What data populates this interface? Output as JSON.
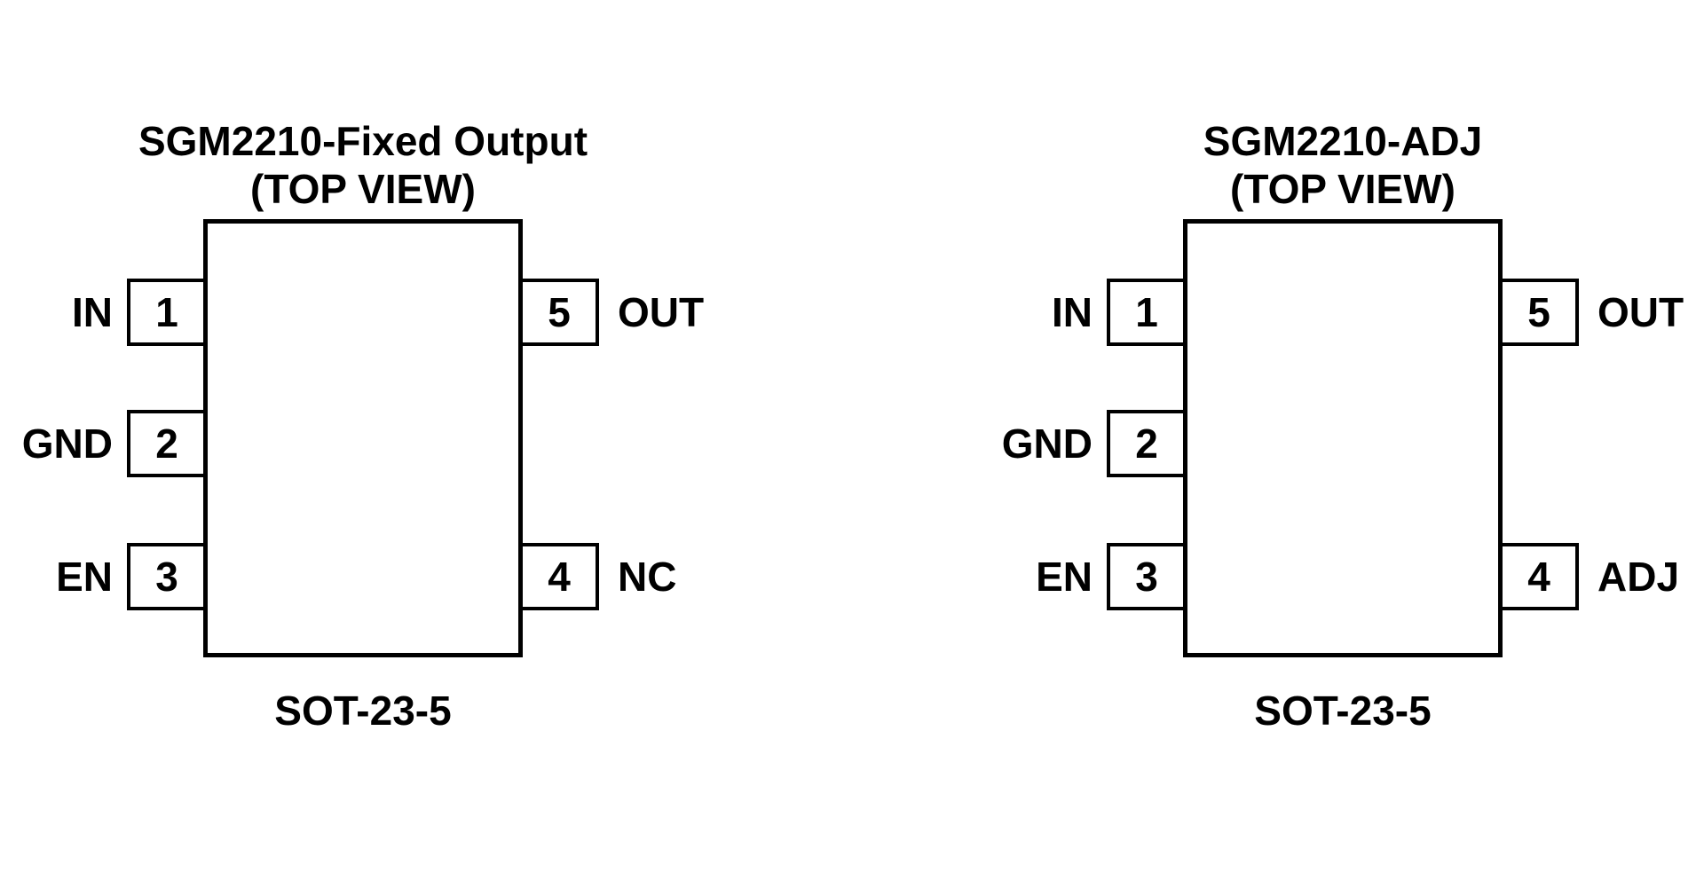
{
  "colors": {
    "ink": "#000000",
    "background": "#ffffff"
  },
  "diagrams": [
    {
      "title": "SGM2210-Fixed Output",
      "subtitle": "(TOP VIEW)",
      "package": "SOT-23-5",
      "pins_left": [
        {
          "number": "1",
          "label": "IN"
        },
        {
          "number": "2",
          "label": "GND"
        },
        {
          "number": "3",
          "label": "EN"
        }
      ],
      "pins_right": [
        {
          "number": "5",
          "label": "OUT"
        },
        {
          "number": "4",
          "label": "NC"
        }
      ]
    },
    {
      "title": "SGM2210-ADJ",
      "subtitle": "(TOP VIEW)",
      "package": "SOT-23-5",
      "pins_left": [
        {
          "number": "1",
          "label": "IN"
        },
        {
          "number": "2",
          "label": "GND"
        },
        {
          "number": "3",
          "label": "EN"
        }
      ],
      "pins_right": [
        {
          "number": "5",
          "label": "OUT"
        },
        {
          "number": "4",
          "label": "ADJ"
        }
      ]
    }
  ]
}
